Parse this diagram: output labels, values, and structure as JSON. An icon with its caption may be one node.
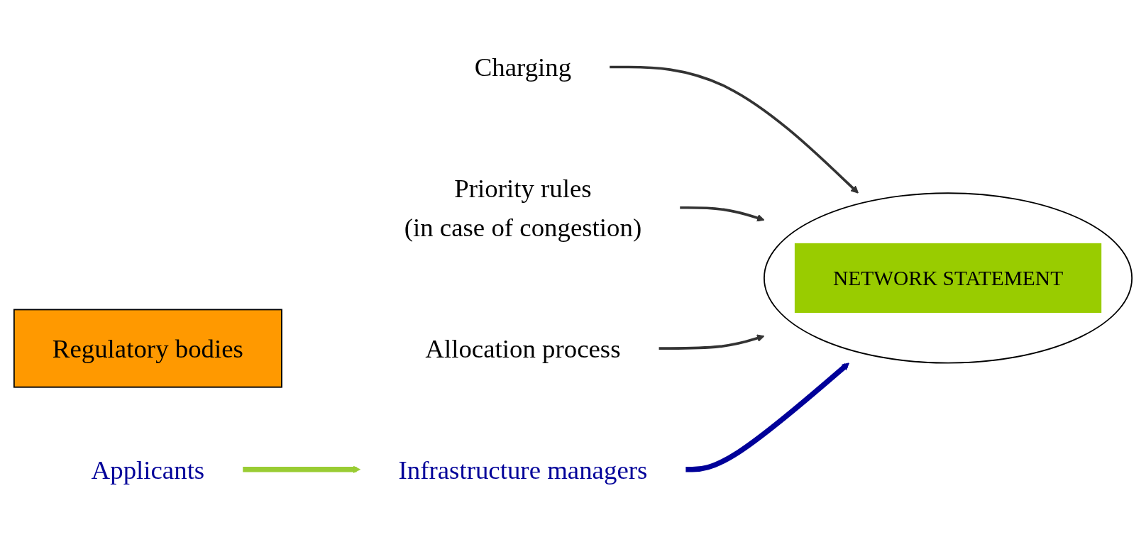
{
  "diagram": {
    "nodes": [
      {
        "text": [
          "Regulatory bodies"
        ]
      },
      {
        "text": [
          "Charging"
        ]
      },
      {
        "text": [
          "Priority rules",
          "(in case of congestion)"
        ]
      },
      {
        "text": [
          "Allocation process"
        ]
      },
      {
        "text": [],
        "shape": "circle"
      },
      {
        "text": [
          "NETWORK STATEMENT"
        ],
        "in": 4
      },
      {
        "text": [
          "Applicants"
        ]
      },
      {
        "text": [
          "Infrastructure managers"
        ]
      }
    ],
    "edges": [
      {
        "from": 1,
        "to": 4,
        "arrow": "to"
      },
      {
        "from": 2,
        "to": 4,
        "arrow": "to"
      },
      {
        "from": 3,
        "to": 4,
        "arrow": "to"
      },
      {
        "from": 6,
        "to": 7,
        "arrow": "to",
        "style": "thick",
        "color": "#99cc33"
      },
      {
        "from": 7,
        "to": 4,
        "arrow": "to",
        "style": "thick",
        "color": "#000099"
      }
    ]
  }
}
